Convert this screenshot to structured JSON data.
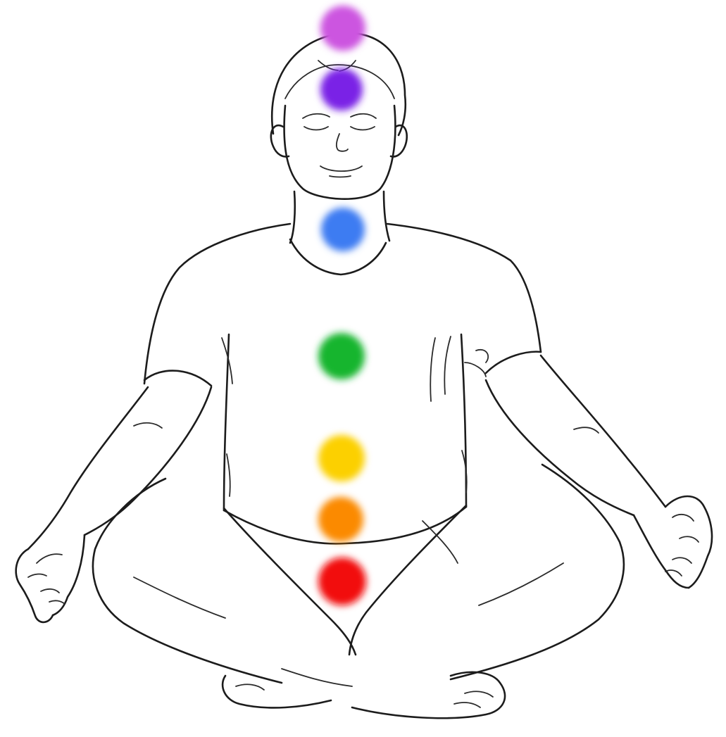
{
  "chakras": [
    {
      "name": "crown",
      "color": "#cc55e0"
    },
    {
      "name": "third-eye",
      "color": "#7a22e6"
    },
    {
      "name": "throat",
      "color": "#3e7cf2"
    },
    {
      "name": "heart",
      "color": "#16b52e"
    },
    {
      "name": "solar-plexus",
      "color": "#fcd000"
    },
    {
      "name": "sacral",
      "color": "#fb8a00"
    },
    {
      "name": "root",
      "color": "#f20d0d"
    }
  ]
}
